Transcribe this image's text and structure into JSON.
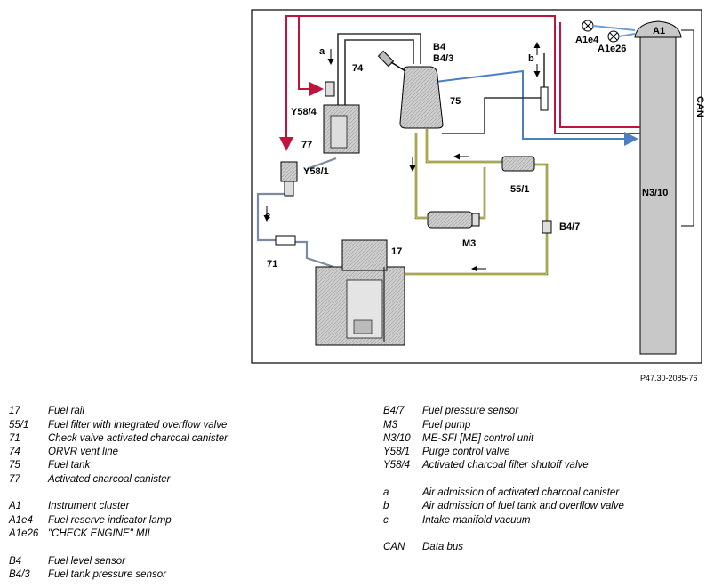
{
  "diagram": {
    "figure_ref": "P47.30-2085-76",
    "labels": {
      "A1": "A1",
      "A1e4": "A1e4",
      "A1e26": "A1e26",
      "B4": "B4",
      "B4_3": "B4/3",
      "b": "b",
      "a": "a",
      "n74": "74",
      "Y58_4": "Y58/4",
      "n75": "75",
      "CAN": "CAN",
      "n77": "77",
      "Y58_1": "Y58/1",
      "n55_1": "55/1",
      "N3_10": "N3/10",
      "c": "c",
      "B4_7": "B4/7",
      "M3": "M3",
      "n71": "71",
      "n17": "17"
    }
  },
  "legend": {
    "left": [
      {
        "code": "17",
        "desc": "Fuel rail"
      },
      {
        "code": "55/1",
        "desc": "Fuel filter with integrated overflow valve"
      },
      {
        "code": "71",
        "desc": "Check valve activated charcoal canister"
      },
      {
        "code": "74",
        "desc": "ORVR vent line"
      },
      {
        "code": "75",
        "desc": "Fuel tank"
      },
      {
        "code": "77",
        "desc": "Activated charcoal canister"
      },
      {
        "code": "A1",
        "desc": "Instrument cluster"
      },
      {
        "code": "A1e4",
        "desc": "Fuel reserve indicator lamp"
      },
      {
        "code": "A1e26",
        "desc": "\"CHECK ENGINE\" MIL"
      },
      {
        "code": "B4",
        "desc": "Fuel level sensor"
      },
      {
        "code": "B4/3",
        "desc": "Fuel tank pressure sensor"
      }
    ],
    "right": [
      {
        "code": "B4/7",
        "desc": "Fuel pressure sensor"
      },
      {
        "code": "M3",
        "desc": "Fuel pump"
      },
      {
        "code": "N3/10",
        "desc": "ME-SFI [ME] control unit"
      },
      {
        "code": "Y58/1",
        "desc": "Purge control valve"
      },
      {
        "code": "Y58/4",
        "desc": "Activated charcoal filter shutoff valve"
      },
      {
        "code": "a",
        "desc": "Air admission of activated charcoal canister"
      },
      {
        "code": "b",
        "desc": "Air admission of fuel tank and overflow valve"
      },
      {
        "code": "c",
        "desc": "Intake manifold vacuum"
      },
      {
        "code": "CAN",
        "desc": "Data bus"
      }
    ]
  }
}
